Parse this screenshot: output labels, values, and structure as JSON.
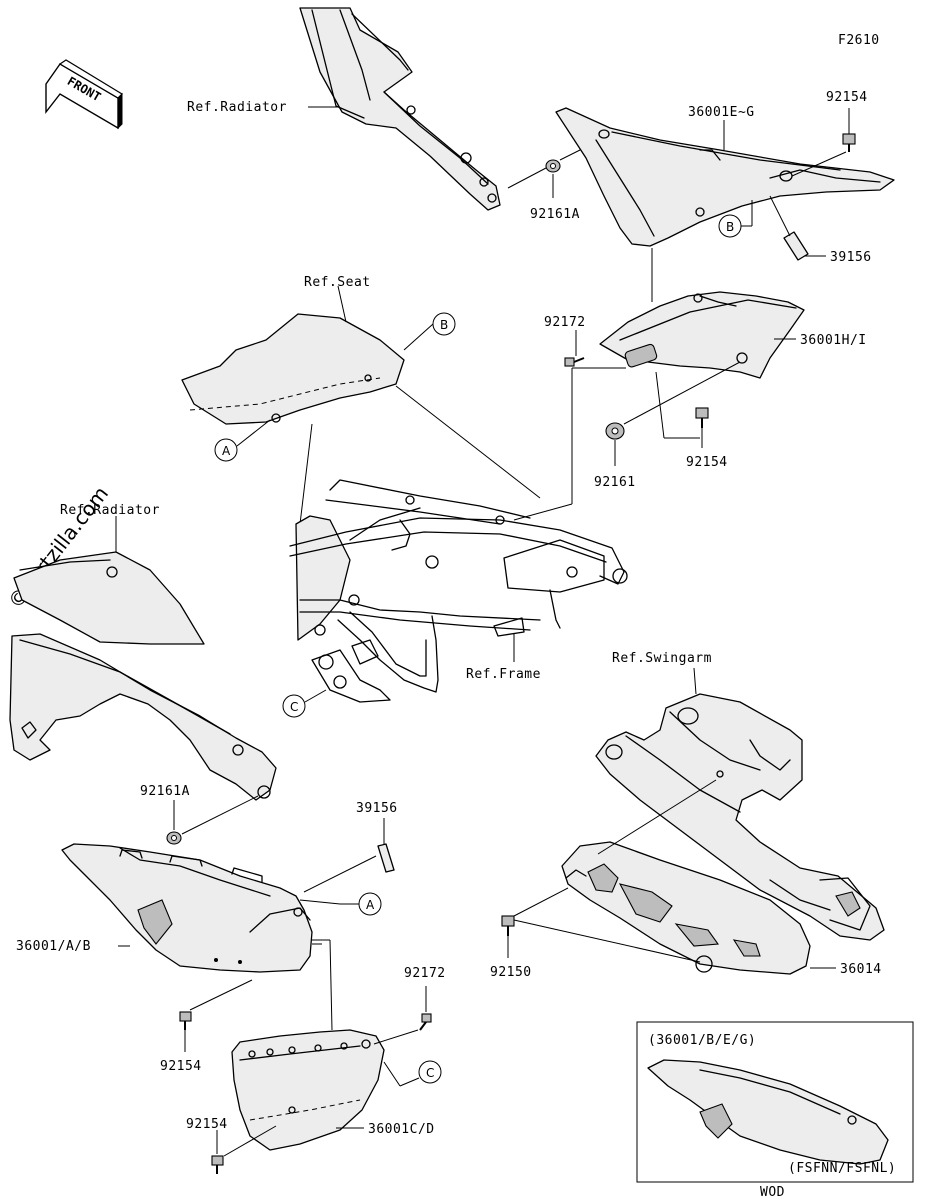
{
  "figure_code": "F2610",
  "front_arrow_label": "FRONT",
  "watermark": "©Partzilla.com",
  "labels": {
    "ref_radiator_top": "Ref.Radiator",
    "ref_radiator_left": "Ref.Radiator",
    "ref_seat": "Ref.Seat",
    "ref_frame": "Ref.Frame",
    "ref_swingarm": "Ref.Swingarm",
    "p36001eg": "36001E~G",
    "p92154_top": "92154",
    "p92161a_top": "92161A",
    "p39156_top": "39156",
    "p92172_top": "92172",
    "p36001hi": "36001H/I",
    "p92161": "92161",
    "p92154_mid": "92154",
    "p92161a_left": "92161A",
    "p39156_left": "39156",
    "p36001ab": "36001/A/B",
    "p92154_left": "92154",
    "p92172_bot": "92172",
    "p92154_bot": "92154",
    "p36001cd": "36001C/D",
    "p92150": "92150",
    "p36014": "36014"
  },
  "callouts": {
    "a_seat": "A",
    "a_cover": "A",
    "b_seat": "B",
    "b_cover": "B",
    "c_frame": "C",
    "c_lower": "C"
  },
  "inset": {
    "title": "(36001/B/E/G)",
    "note": "(FSFNN/FSFNL)"
  },
  "footer": "WOD"
}
